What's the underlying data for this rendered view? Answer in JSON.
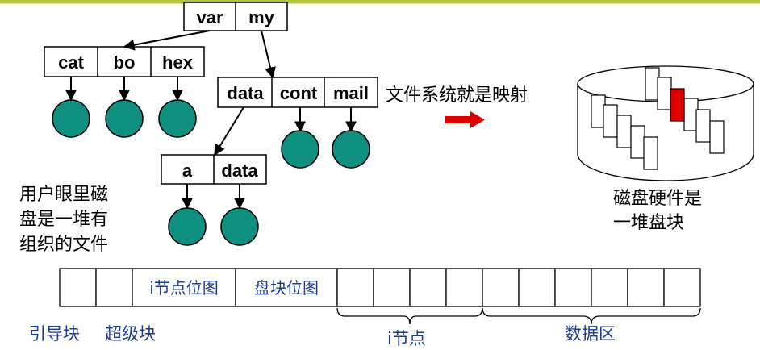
{
  "colors": {
    "accent_bar": "#b4c43a",
    "file_circle": "#0f8f80",
    "label_blue": "#1f3a93",
    "highlight_block": "#e00000",
    "arrow_red": "#e00000"
  },
  "tree": {
    "root": [
      "var",
      "my"
    ],
    "var_children": [
      "cat",
      "bo",
      "hex"
    ],
    "my_children": [
      "data",
      "cont",
      "mail"
    ],
    "data_children": [
      "a",
      "data"
    ]
  },
  "user_view_text": [
    "用户眼里磁",
    "盘是一堆有",
    "组织的文件"
  ],
  "mapping_text": "文件系统就是映射",
  "disk_text": [
    "磁盘硬件是",
    "一堆盘块"
  ],
  "layout_strip": {
    "inode_bitmap": "i节点位图",
    "block_bitmap": "盘块位图"
  },
  "bottom_labels": {
    "boot_block": "引导块",
    "super_block": "超级块",
    "inode": "i节点",
    "data_area": "数据区"
  }
}
